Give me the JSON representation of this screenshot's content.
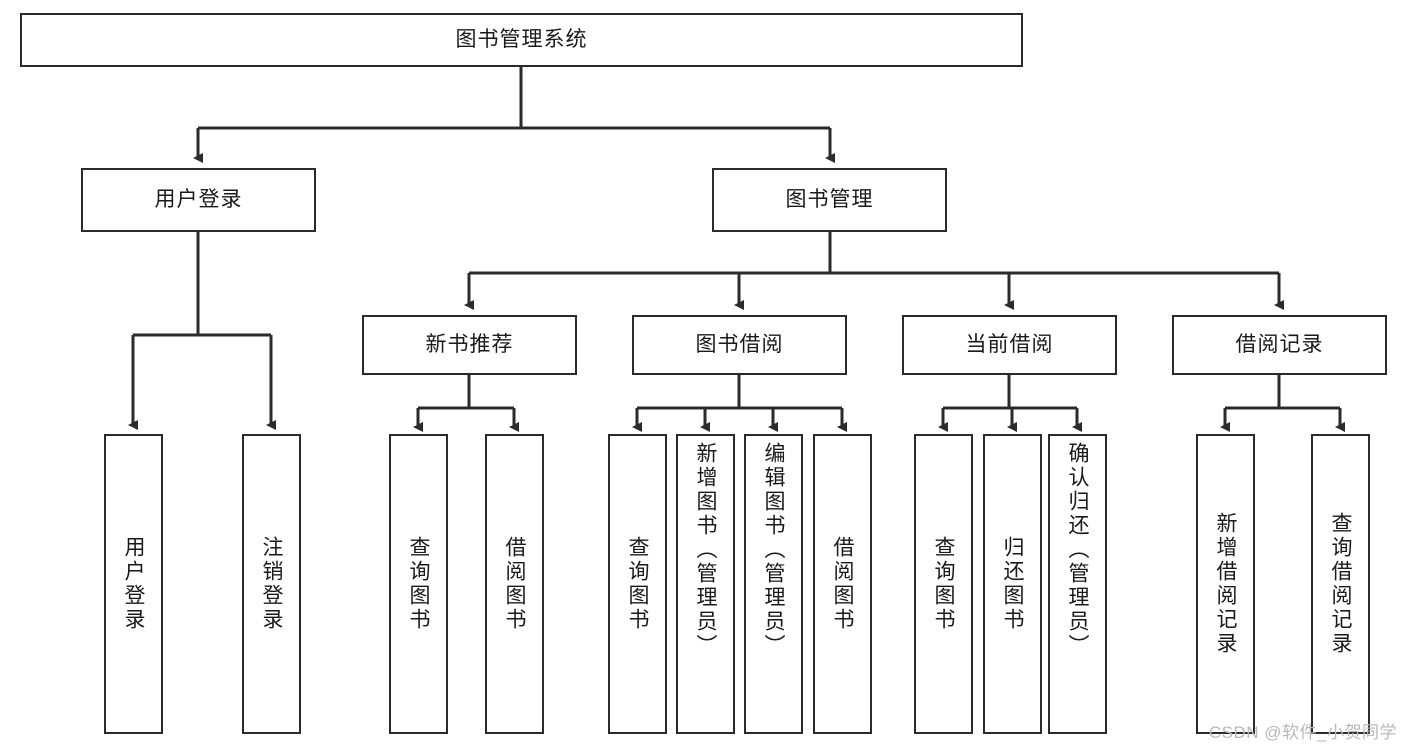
{
  "diagram": {
    "type": "hierarchy-tree",
    "title": "图书管理系统",
    "root": {
      "label": "图书管理系统"
    },
    "level2": [
      {
        "label": "用户登录"
      },
      {
        "label": "图书管理"
      }
    ],
    "level3": [
      {
        "label": "新书推荐"
      },
      {
        "label": "图书借阅"
      },
      {
        "label": "当前借阅"
      },
      {
        "label": "借阅记录"
      }
    ],
    "leaves": {
      "user_login": [
        {
          "label": "用户登录"
        },
        {
          "label": "注销登录"
        }
      ],
      "new_book_recommend": [
        {
          "label": "查询图书"
        },
        {
          "label": "借阅图书"
        }
      ],
      "book_borrow": [
        {
          "label": "查询图书"
        },
        {
          "label": "新增图书（管理员）"
        },
        {
          "label": "编辑图书（管理员）"
        },
        {
          "label": "借阅图书"
        }
      ],
      "current_borrow": [
        {
          "label": "查询图书"
        },
        {
          "label": "归还图书"
        },
        {
          "label": "确认归还（管理员）"
        }
      ],
      "borrow_record": [
        {
          "label": "新增借阅记录"
        },
        {
          "label": "查询借阅记录"
        }
      ]
    }
  },
  "watermark": {
    "text": "CSDN @软件_小贺同学"
  },
  "colors": {
    "stroke": "#2b2b2b",
    "fill": "#ffffff",
    "text": "#1a1a1a",
    "watermark": "#b9b9b9"
  }
}
